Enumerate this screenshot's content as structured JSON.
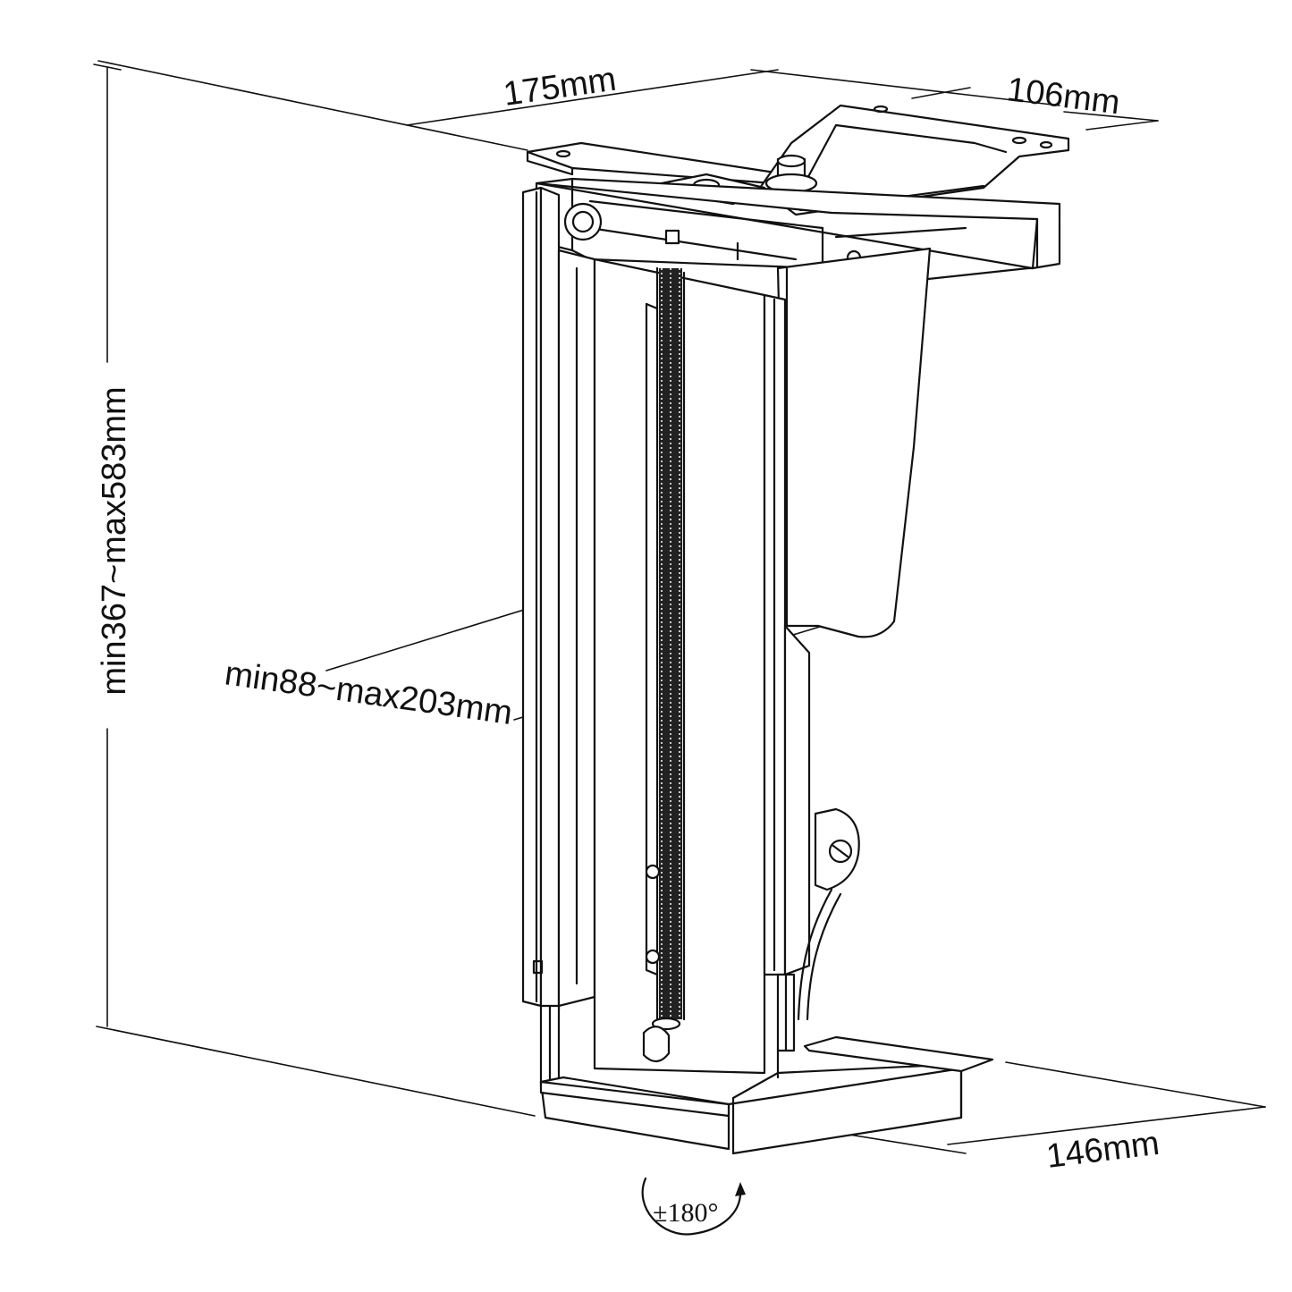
{
  "dimensions": {
    "depth": "175mm",
    "bracket_width": "106mm",
    "height": "min367~max583mm",
    "clamp_width": "min88~max203mm",
    "base_depth": "146mm"
  },
  "rotation": {
    "label": "±180°"
  },
  "colors": {
    "line": "#111111",
    "background": "#ffffff"
  }
}
